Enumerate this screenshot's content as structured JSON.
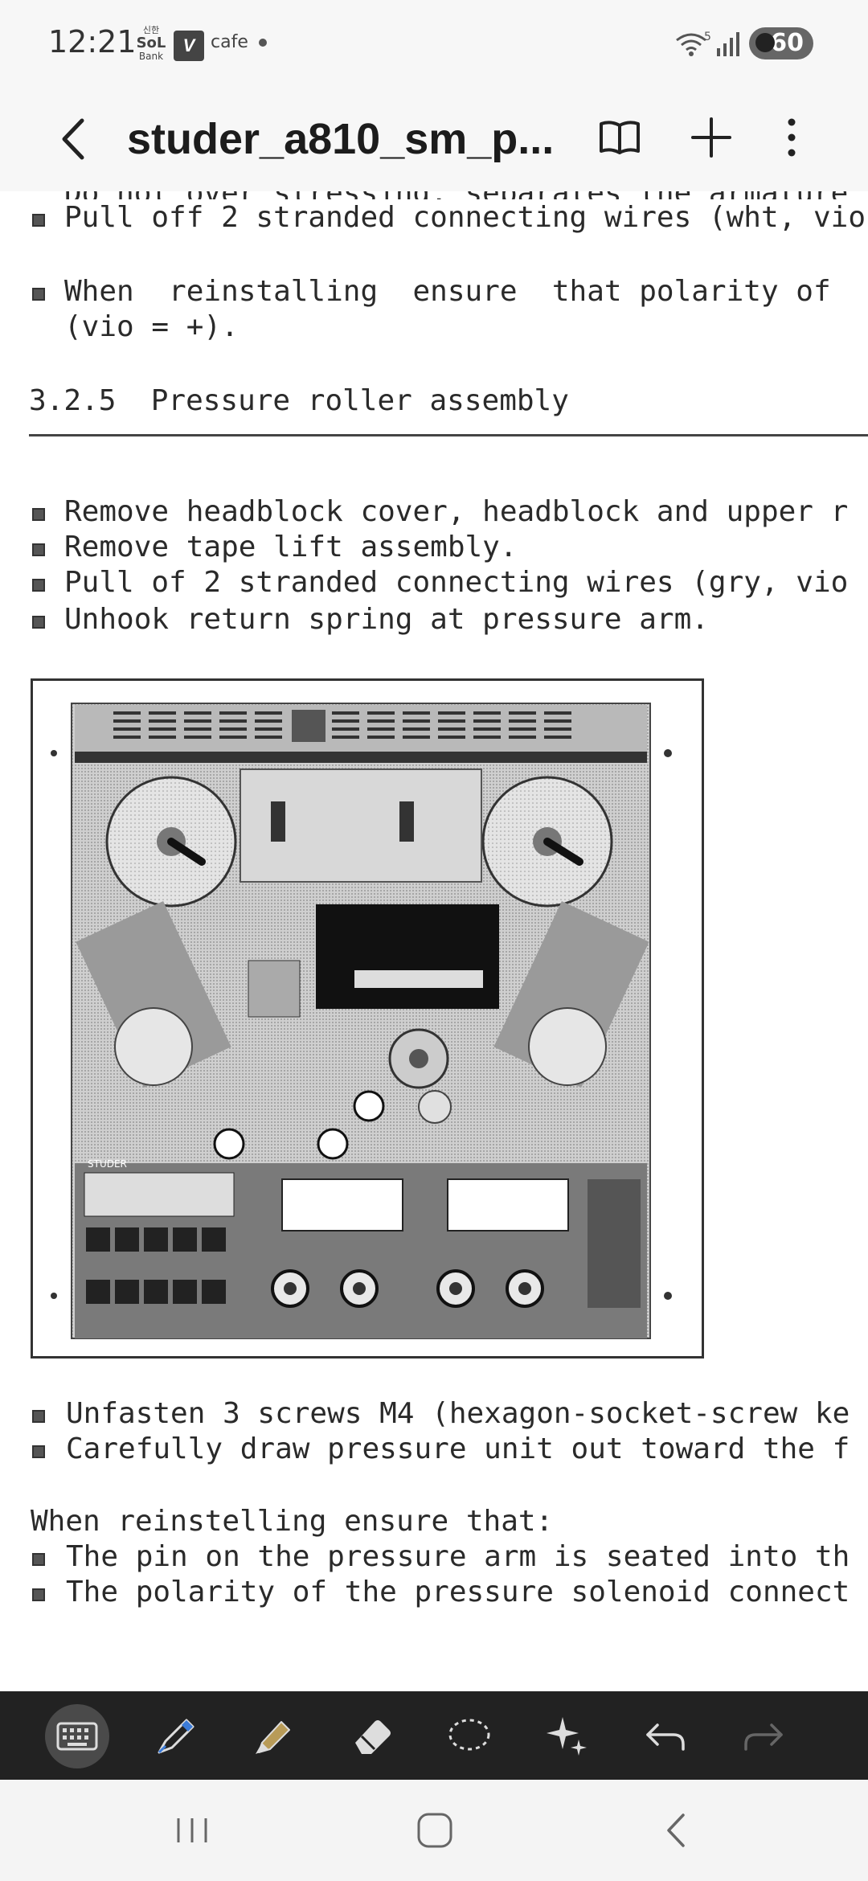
{
  "status_bar": {
    "time": "12:21",
    "bank_line1": "신한",
    "bank_line2": "SoL",
    "bank_line3": "Bank",
    "cafe_logo": "V",
    "cafe_label": "cafe",
    "wifi_label": "5",
    "battery": "60"
  },
  "app_bar": {
    "title": "studer_a810_sm_p..."
  },
  "document": {
    "cut_line": "Do not over stressing, separates the armature",
    "lines": [
      "Pull off 2 stranded connecting wires (wht, vio",
      "When  reinstalling  ensure  that polarity of",
      "(vio = +).",
      "3.2.5  Pressure roller assembly",
      "Remove headblock cover, headblock and upper r",
      "Remove tape lift assembly.",
      "Pull of 2 stranded connecting wires (gry, vio",
      "Unhook return spring at pressure arm.",
      "Unfasten 3 screws M4 (hexagon-socket-screw ke",
      "Carefully draw pressure unit out toward the f",
      "When reinstelling ensure that:",
      "The pin on the pressure arm is seated into th",
      "The polarity of the pressure solenoid connect"
    ],
    "figure_brand": "STUDER"
  },
  "colors": {
    "toolbar_bg": "#222222",
    "pen_blue": "#3b7bd8",
    "highlighter_gold": "#b89b58",
    "nav_bg": "#f4f4f4"
  },
  "toolbar": {
    "icons": [
      "keyboard-icon",
      "pen-icon",
      "highlighter-icon",
      "eraser-icon",
      "lasso-icon",
      "sparkle-icon",
      "undo-icon",
      "redo-icon"
    ]
  },
  "nav": {
    "icons": [
      "recents-icon",
      "home-icon",
      "back-icon"
    ]
  }
}
